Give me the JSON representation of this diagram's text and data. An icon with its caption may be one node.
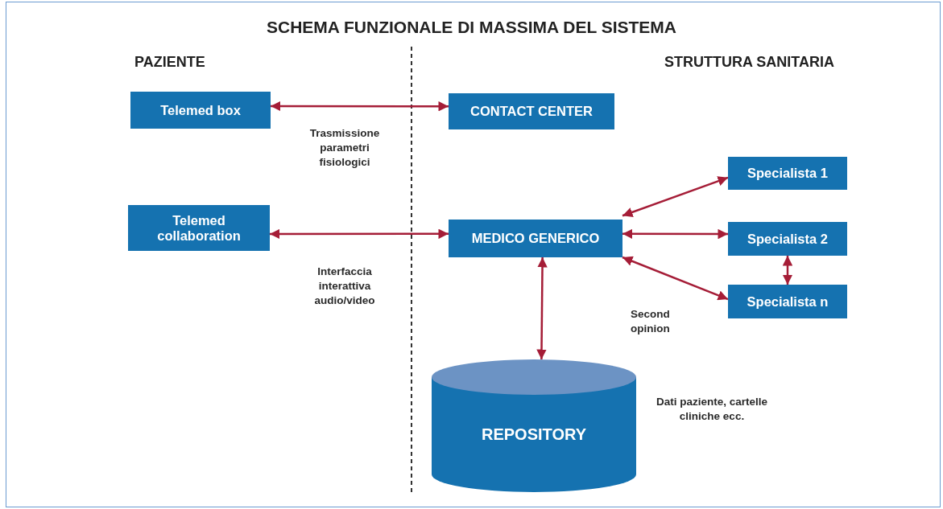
{
  "diagram": {
    "title": "SCHEMA FUNZIONALE DI MASSIMA DEL SISTEMA",
    "nodes": [
      {
        "text": [
          "Telemed box"
        ]
      },
      {
        "text": [
          "CONTACT CENTER"
        ]
      },
      {
        "text": [
          "Telemed collaboration"
        ]
      },
      {
        "text": [
          "MEDICO GENERICO"
        ]
      },
      {
        "text": [
          "Specialista 1"
        ]
      },
      {
        "text": [
          "Specialista 2"
        ]
      },
      {
        "text": [
          "Specialista n"
        ]
      },
      {
        "text": [
          "REPOSITORY"
        ],
        "beside": [
          "Dati paziente, cartelle cliniche ecc."
        ]
      }
    ],
    "edges": [
      {
        "from": 0,
        "to": 1,
        "arrow": "both",
        "label": "Trasmissione parametri fisiologici"
      },
      {
        "from": 2,
        "to": 3,
        "arrow": "both",
        "label": "Interfaccia interattiva audio/video"
      },
      {
        "from": 3,
        "to": 4,
        "arrow": "both"
      },
      {
        "from": 3,
        "to": 5,
        "arrow": "both"
      },
      {
        "from": 3,
        "to": 6,
        "arrow": "both"
      },
      {
        "from": 5,
        "to": 6,
        "arrow": "both"
      },
      {
        "from": 3,
        "to": 7,
        "arrow": "both"
      }
    ],
    "labels": [
      "PAZIENTE",
      "STRUTTURA SANITARIA",
      "Second opinion"
    ]
  }
}
